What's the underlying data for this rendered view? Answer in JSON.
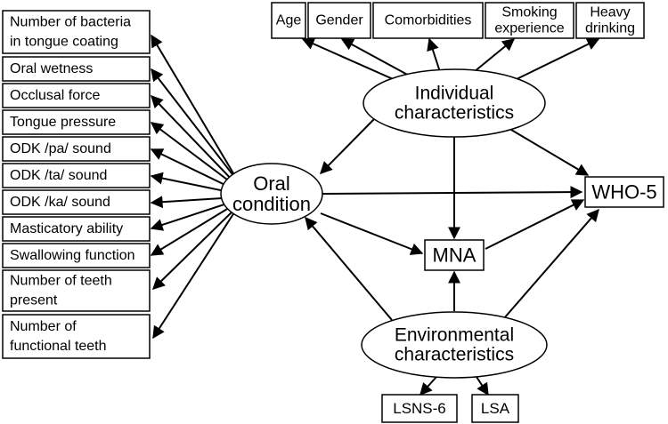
{
  "colors": {
    "stroke": "#000000",
    "background": "#ffffff"
  },
  "latent": {
    "oral": [
      "Oral",
      "condition"
    ],
    "individual": [
      "Individual",
      "characteristics"
    ],
    "environmental": [
      "Environmental",
      "characteristics"
    ]
  },
  "oral_indicators": [
    [
      "Number of bacteria",
      "in tongue coating"
    ],
    [
      "Oral wetness"
    ],
    [
      "Occlusal force"
    ],
    [
      "Tongue pressure"
    ],
    [
      "ODK /pa/ sound"
    ],
    [
      "ODK /ta/ sound"
    ],
    [
      "ODK /ka/ sound"
    ],
    [
      "Masticatory ability"
    ],
    [
      "Swallowing function"
    ],
    [
      "Number of teeth",
      "present"
    ],
    [
      "Number of",
      "functional teeth"
    ]
  ],
  "individual_indicators": [
    [
      "Age"
    ],
    [
      "Gender"
    ],
    [
      "Comorbidities"
    ],
    [
      "Smoking",
      "experience"
    ],
    [
      "Heavy",
      "drinking"
    ]
  ],
  "environmental_indicators": [
    [
      "LSNS-6"
    ],
    [
      "LSA"
    ]
  ],
  "outcomes": {
    "mna": "MNA",
    "who5": "WHO-5"
  }
}
